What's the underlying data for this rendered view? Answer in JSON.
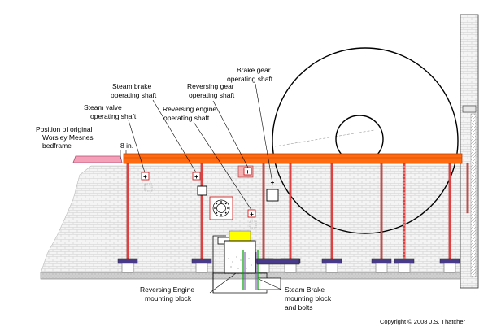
{
  "labels": {
    "bedframe": [
      "Position of original",
      "Worsley Mesnes",
      "bedframe"
    ],
    "dimension": "8 in.",
    "steam_valve": [
      "Steam valve",
      "operating shaft"
    ],
    "steam_brake": [
      "Steam brake",
      "operating shaft"
    ],
    "reversing_engine": [
      "Reversing engine",
      "operating shaft"
    ],
    "reversing_gear": [
      "Reversing gear",
      "operating shaft"
    ],
    "brake_gear": [
      "Brake gear",
      "operating shaft"
    ],
    "rev_engine_block": [
      "Reversing Engine",
      "mounting block"
    ],
    "steam_brake_block": [
      "Steam Brake",
      "mounting block",
      "and bolts"
    ]
  },
  "copyright": "Copyright ©  2008    J.S. Thatcher",
  "colors": {
    "beam": "#ff6a10",
    "beam_edge": "#c04000",
    "bedframe": "#f4a0b8",
    "tie_rod": "#e04040",
    "base_plate": "#4a3a8a",
    "pit_wall": "#f2f2f2",
    "engine_block": "#ffff00",
    "bolt": "#00a000"
  }
}
